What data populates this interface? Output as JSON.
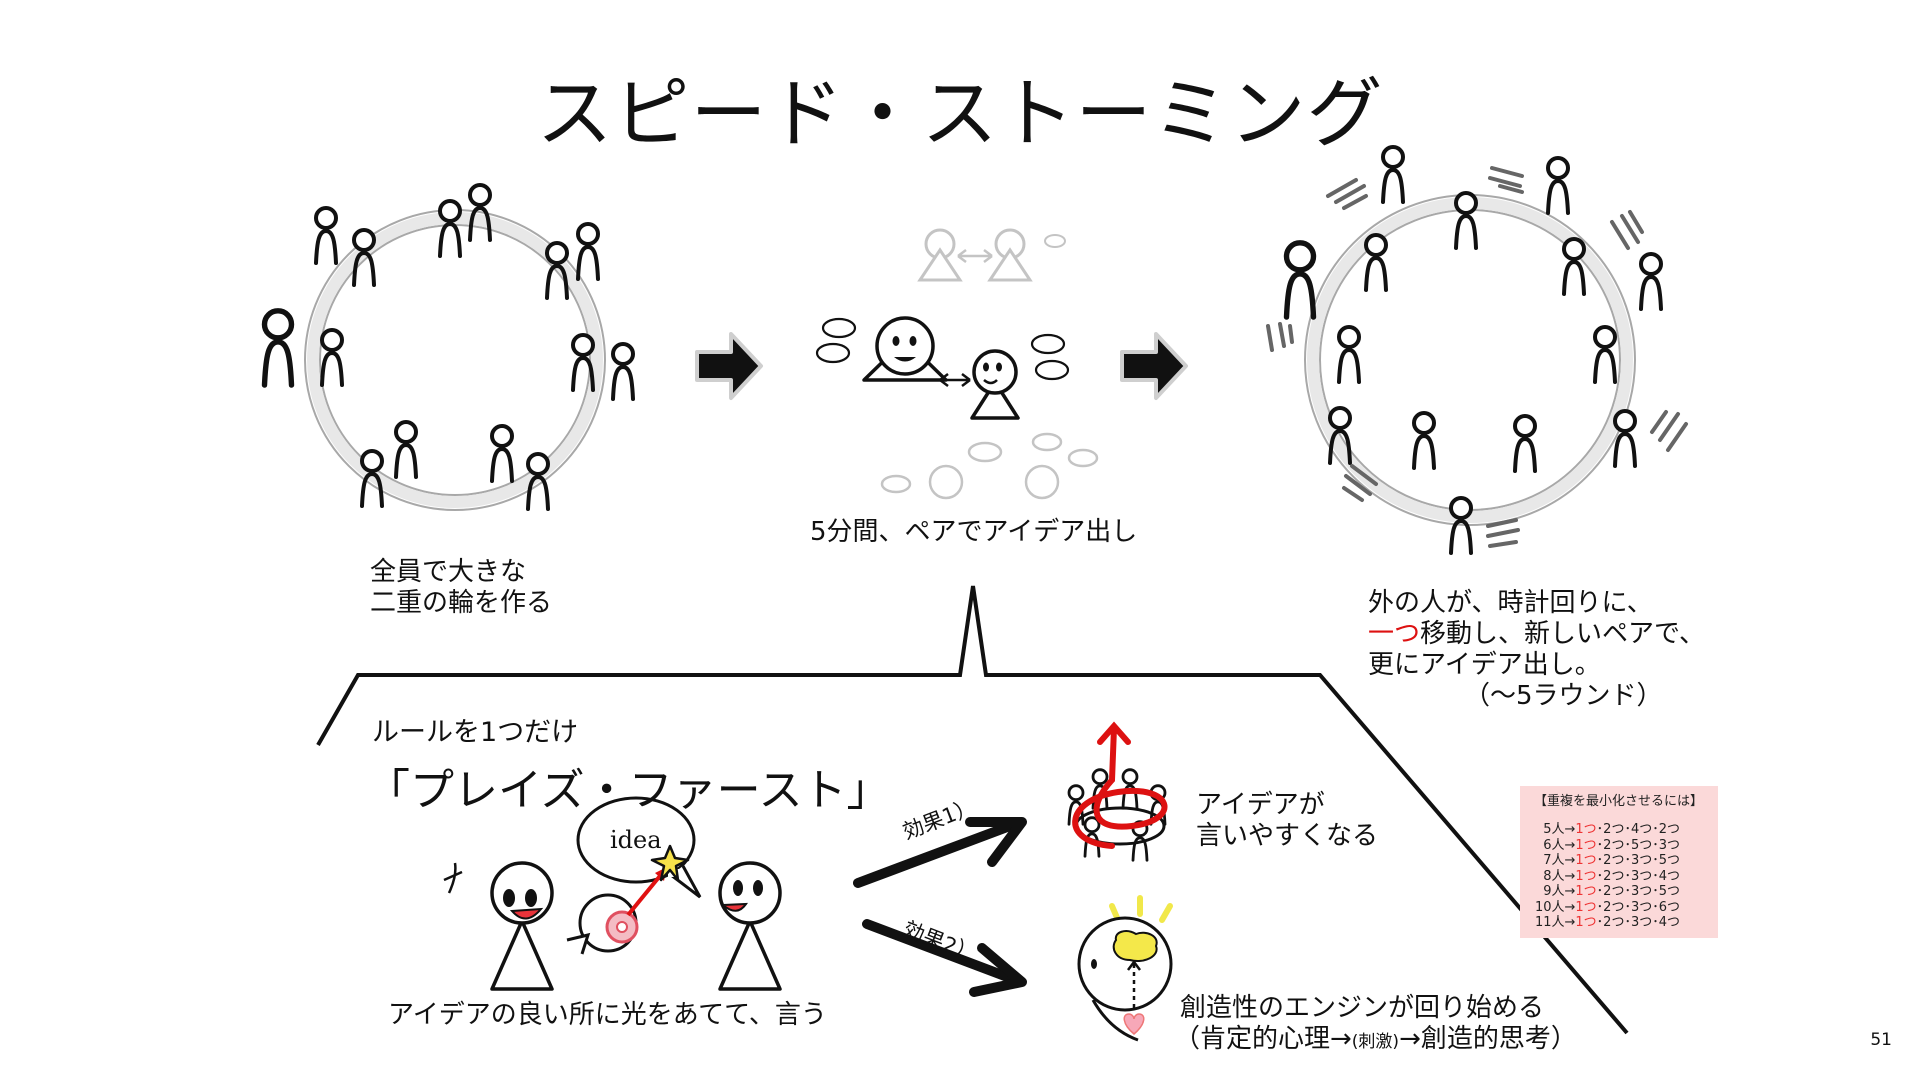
{
  "slide": {
    "title": "スピード・ストーミング",
    "page_number": "51"
  },
  "steps": {
    "step1_lines": [
      "全員で大きな",
      "二重の輪を作る"
    ],
    "step2_caption": "5分間、ペアでアイデア出し",
    "step3_lines": {
      "line1": "外の人が、時計回りに、",
      "line2_highlight": "一つ",
      "line2_rest": "移動し、新しいペアで、",
      "line3": "更にアイデア出し。",
      "line4": "（～5ラウンド）"
    }
  },
  "rule": {
    "label": "ルールを1つだけ",
    "name": "「プレイズ・ファースト」",
    "bubble_text": "idea",
    "caption": "アイデアの良い所に光をあてて、言う"
  },
  "effects": [
    {
      "label": "効果1）",
      "lines": [
        "アイデアが",
        "言いやすくなる"
      ]
    },
    {
      "label": "効果2）",
      "line1": "創造性のエンジンが回り始める",
      "line2_open": "（肯定的心理→",
      "line2_small": "(刺激)",
      "line2_close": "→創造的思考）"
    }
  ],
  "tips": {
    "header": "【重複を最小化させるには】",
    "rows": [
      {
        "n": "5人→",
        "first": "1つ",
        "rest": "･2つ･4つ･2つ"
      },
      {
        "n": "6人→",
        "first": "1つ",
        "rest": "･2つ･5つ･3つ"
      },
      {
        "n": "7人→",
        "first": "1つ",
        "rest": "･2つ･3つ･5つ"
      },
      {
        "n": "8人→",
        "first": "1つ",
        "rest": "･2つ･3つ･4つ"
      },
      {
        "n": "9人→",
        "first": "1つ",
        "rest": "･2つ･3つ･5つ"
      },
      {
        "n": "10人→",
        "first": "1つ",
        "rest": "･2つ･3つ･6つ"
      },
      {
        "n": "11人→",
        "first": "1つ",
        "rest": "･2つ･3つ･4つ"
      }
    ]
  },
  "colors": {
    "ring": "#e8e8e8",
    "ring_stroke": "#a8a8a8",
    "highlight_text": "#dd1111",
    "tips_bg": "#fbd9d9",
    "cheek": "#e8333a",
    "spiral": "#dd1111",
    "glow": "#f5e84a"
  },
  "icons": [
    "stick-figure-icon",
    "block-arrow-icon",
    "speech-bubble-icon",
    "sparkle-star-icon",
    "lightbulb-brain-icon",
    "heart-icon",
    "spiral-icon",
    "motion-lines-icon"
  ]
}
